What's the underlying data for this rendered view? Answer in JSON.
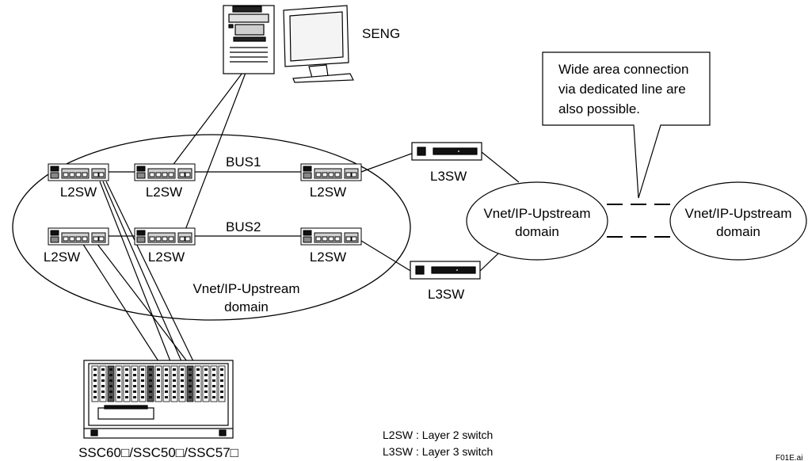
{
  "engineering_station": {
    "label": "SENG"
  },
  "domain_main": {
    "line1": "Vnet/IP-Upstream",
    "line2": "domain"
  },
  "domain_right_1": {
    "line1": "Vnet/IP-Upstream",
    "line2": "domain"
  },
  "domain_right_2": {
    "line1": "Vnet/IP-Upstream",
    "line2": "domain"
  },
  "buses": {
    "bus1": "BUS1",
    "bus2": "BUS2"
  },
  "switches": {
    "l2sw_top_left": "L2SW",
    "l2sw_top_mid": "L2SW",
    "l2sw_top_right": "L2SW",
    "l2sw_bot_left": "L2SW",
    "l2sw_bot_mid": "L2SW",
    "l2sw_bot_right": "L2SW",
    "l3sw_top": "L3SW",
    "l3sw_bot": "L3SW"
  },
  "callout": {
    "line1": "Wide area connection",
    "line2": "via dedicated line are",
    "line3": "also possible."
  },
  "controller": {
    "label": "SSC60□/SSC50□/SSC57□"
  },
  "legend": {
    "l2": "L2SW : Layer 2 switch",
    "l3": "L3SW : Layer 3 switch"
  },
  "figure_id": "F01E.ai"
}
